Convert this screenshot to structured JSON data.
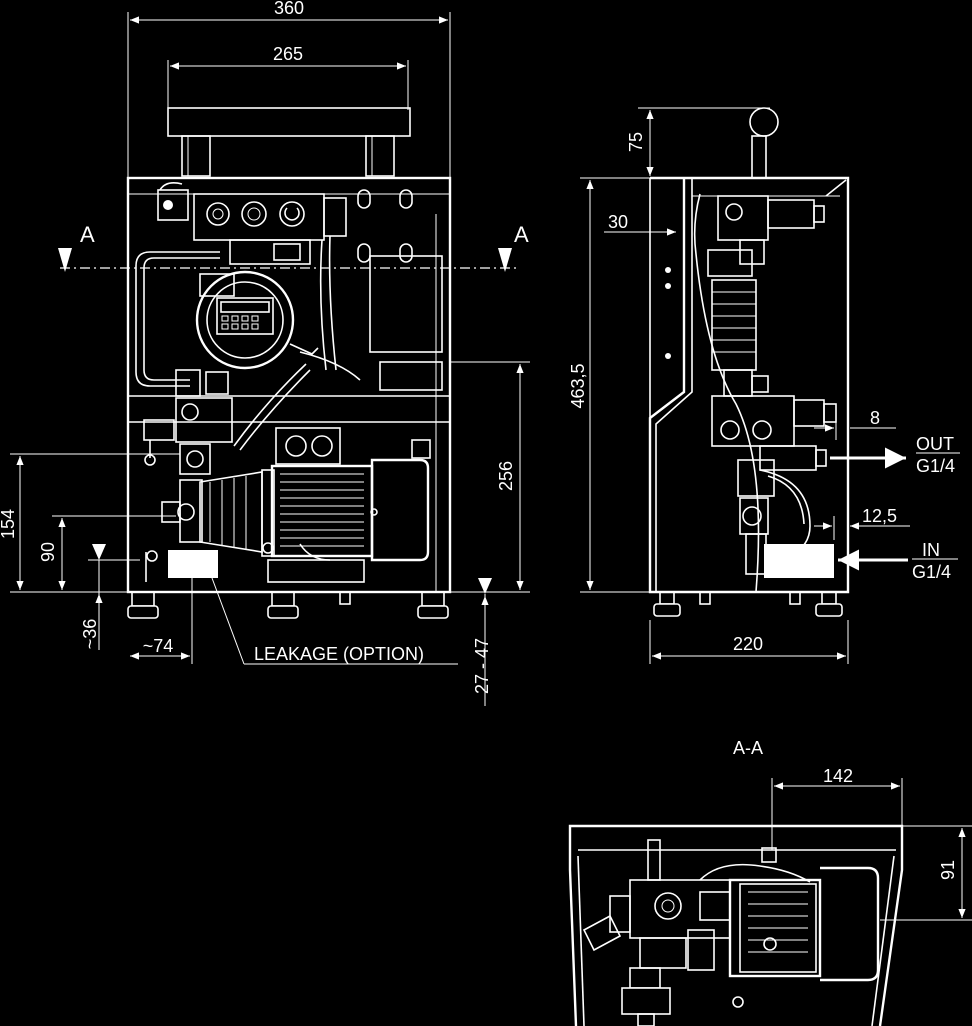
{
  "dimensions": {
    "top_width": "360",
    "handle_width": "265",
    "handle_height": "75",
    "offset_30": "30",
    "total_height": "463,5",
    "lower_height": "256",
    "out_offset": "8",
    "in_offset": "12,5",
    "depth": "220",
    "height_154": "154",
    "height_90": "90",
    "foot_36": "~36",
    "width_74": "~74",
    "feet_range": "27 - 47",
    "section_depth": "142",
    "section_height": "91"
  },
  "labels": {
    "section_left": "A",
    "section_right": "A",
    "leakage": "LEAKAGE (OPTION)",
    "out_port": "OUT",
    "out_thread": "G1/4",
    "in_port": "IN",
    "in_thread": "G1/4",
    "section_title": "A-A"
  },
  "colors": {
    "background": "#000000",
    "lines": "#ffffff"
  }
}
